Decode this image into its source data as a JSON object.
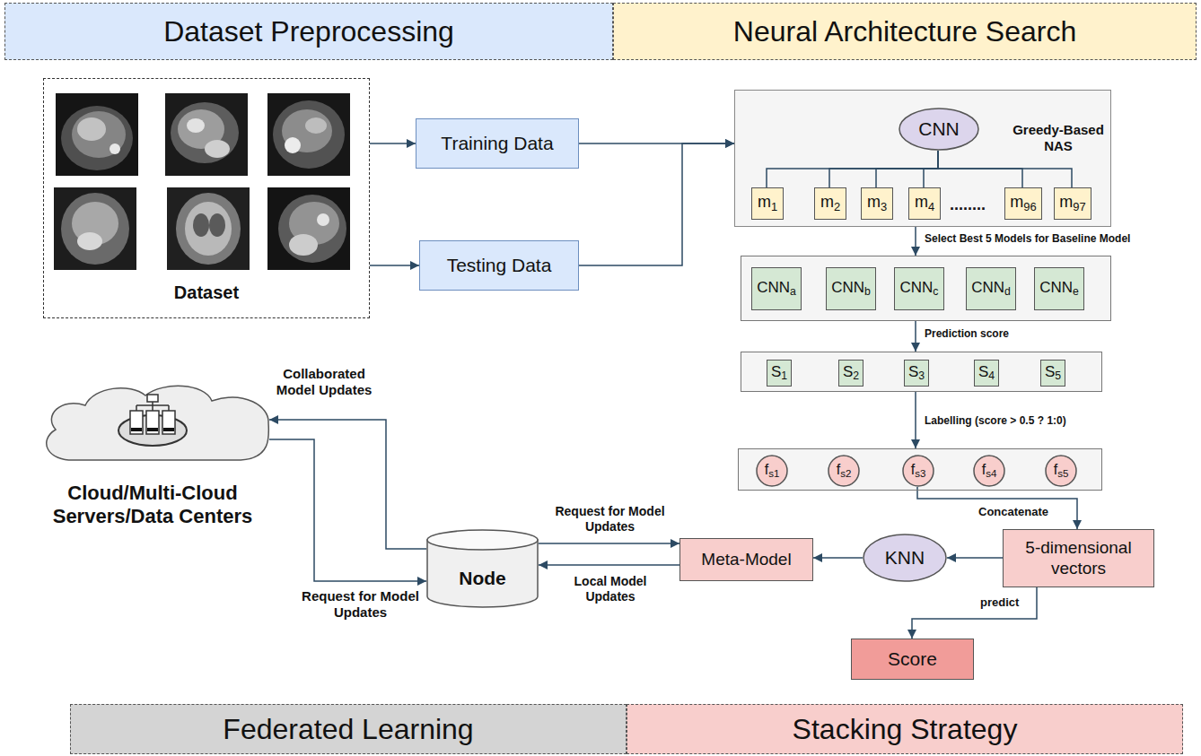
{
  "diagram": {
    "nodes": [
      {
        "text": [
          "Dataset Preprocessing"
        ]
      },
      {
        "text": [
          "Neural Architecture Search"
        ]
      },
      {
        "text": [
          "Dataset"
        ]
      },
      {
        "text": [
          "Training Data"
        ]
      },
      {
        "text": [
          "Testing Data"
        ]
      },
      {
        "text": [
          "Greedy-Based NAS"
        ]
      },
      {
        "text": [
          "CNN"
        ],
        "in": 5
      },
      {
        "text": [
          "m1"
        ],
        "in": 5
      },
      {
        "text": [
          "m2"
        ],
        "in": 5
      },
      {
        "text": [
          "m3"
        ],
        "in": 5
      },
      {
        "text": [
          "m4"
        ],
        "in": 5
      },
      {
        "text": [
          "m96"
        ],
        "in": 5
      },
      {
        "text": [
          "m97"
        ],
        "in": 5
      },
      {
        "text": []
      },
      {
        "text": [
          "CNNa"
        ],
        "in": 13
      },
      {
        "text": [
          "CNNb"
        ],
        "in": 13
      },
      {
        "text": [
          "CNNc"
        ],
        "in": 13
      },
      {
        "text": [
          "CNNd"
        ],
        "in": 13
      },
      {
        "text": [
          "CNNe"
        ],
        "in": 13
      },
      {
        "text": []
      },
      {
        "text": [
          "S1"
        ],
        "in": 19
      },
      {
        "text": [
          "S2"
        ],
        "in": 19
      },
      {
        "text": [
          "S3"
        ],
        "in": 19
      },
      {
        "text": [
          "S4"
        ],
        "in": 19
      },
      {
        "text": [
          "S5"
        ],
        "in": 19
      },
      {
        "text": []
      },
      {
        "text": [
          "fs1"
        ],
        "in": 25
      },
      {
        "text": [
          "fs2"
        ],
        "in": 25
      },
      {
        "text": [
          "fs3"
        ],
        "in": 25
      },
      {
        "text": [
          "fs4"
        ],
        "in": 25
      },
      {
        "text": [
          "fs5"
        ],
        "in": 25
      },
      {
        "text": [
          "Cloud/Multi-Cloud Servers/Data Centers"
        ]
      },
      {
        "text": [
          "5-dimensional vectors"
        ]
      },
      {
        "text": [
          "Node"
        ]
      },
      {
        "text": [
          "Meta-Model"
        ]
      },
      {
        "text": [
          "KNN"
        ]
      },
      {
        "text": [
          "Score"
        ]
      },
      {
        "text": [
          "Federated Learning"
        ]
      },
      {
        "text": [
          "Stacking Strategy"
        ]
      }
    ],
    "edges": [
      {
        "from": 2,
        "to": 3,
        "arrow": "to"
      },
      {
        "from": 2,
        "to": 4,
        "arrow": "to"
      },
      {
        "from": 3,
        "to": 5,
        "arrow": "to"
      },
      {
        "from": 4,
        "to": 5,
        "arrow": "to"
      },
      {
        "from": 6,
        "to": 7,
        "arrow": "none"
      },
      {
        "from": 6,
        "to": 8,
        "arrow": "none"
      },
      {
        "from": 6,
        "to": 9,
        "arrow": "none"
      },
      {
        "from": 6,
        "to": 10,
        "arrow": "none"
      },
      {
        "from": 6,
        "to": 11,
        "arrow": "none"
      },
      {
        "from": 6,
        "to": 12,
        "arrow": "none"
      },
      {
        "from": 5,
        "to": 13,
        "arrow": "to",
        "label": "Select Best 5 Models for Baseline Model"
      },
      {
        "from": 13,
        "to": 19,
        "arrow": "to",
        "label": "Prediction score"
      },
      {
        "from": 19,
        "to": 25,
        "arrow": "to",
        "label": "Labelling (score > 0.5 ? 1:0)"
      },
      {
        "from": 28,
        "to": 32,
        "arrow": "to",
        "label": "Concatenate"
      },
      {
        "from": 32,
        "to": 35,
        "arrow": "to"
      },
      {
        "from": 35,
        "to": 34,
        "arrow": "to"
      },
      {
        "from": 32,
        "to": 36,
        "arrow": "to",
        "label": "predict"
      },
      {
        "from": 33,
        "to": 34,
        "arrow": "to",
        "label": "Request for Model Updates"
      },
      {
        "from": 34,
        "to": 33,
        "arrow": "to",
        "label": "Local Model Updates"
      },
      {
        "from": 33,
        "to": 31,
        "arrow": "to",
        "label": "Collaborated Model Updates"
      },
      {
        "from": 31,
        "to": 33,
        "arrow": "to",
        "label": "Request for Model Updates"
      }
    ],
    "labels": [
      "........"
    ]
  }
}
